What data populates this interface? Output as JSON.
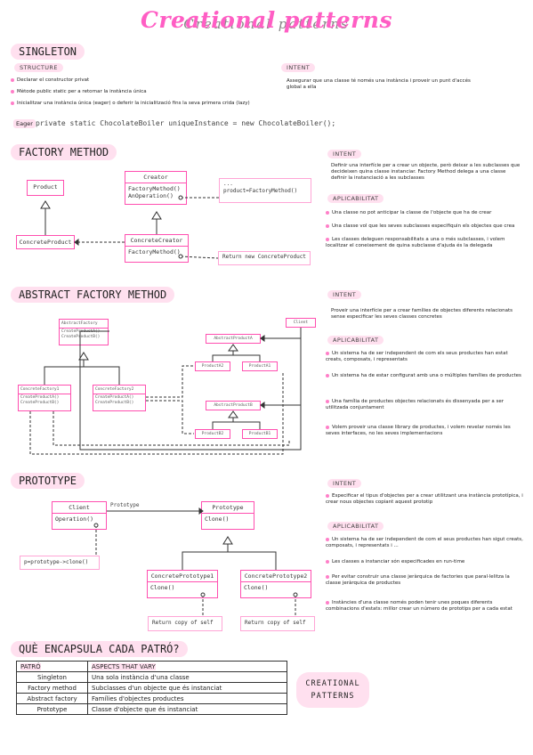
{
  "title": "Creational patterns",
  "singleton": {
    "heading": "SINGLETON",
    "structure_tag": "STRUCTURE",
    "intent_tag": "INTENT",
    "structure": [
      "Declarar el constructor privat",
      "Mètode public static per a retornar la instància única",
      "Inicialitzar una instància única (eager) o deferir la inicialització fins la seva primera crida (lazy)"
    ],
    "intent": "Assegurar que una classe té només una instància i proveir un punt d'accés global a ella",
    "eager_label": "Eager",
    "eager_code": "private static ChocolateBoiler uniqueInstance = new ChocolateBoiler();"
  },
  "factory": {
    "heading": "FACTORY METHOD",
    "creator": "Creator",
    "creator_m1": "FactoryMethod()",
    "creator_m2": "AnOperation()",
    "note": "...",
    "note_code": "product=FactoryMethod()",
    "product": "Product",
    "concrete_product": "ConcreteProduct",
    "concrete_creator": "ConcreteCreator",
    "cc_method": "FactoryMethod()",
    "return_note": "Return new ConcreteProduct",
    "intent_tag": "INTENT",
    "intent": "Definir una interfície per a crear un objecte, però deixar a les subclasses que decideixen quina classe instanciar. Factory Method delega a una classe definir la instanciació a les subclasses",
    "app_tag": "APLICABILITAT",
    "app": [
      "Una classe no pot anticipar la classe de l'objecte que ha de crear",
      "Una classe vol que les seves subclasses especifiquin els objectes que crea",
      "Les classes deleguen responsabilitats a una o més subclasses, i volem localitzar el coneixement de quina subclasse d'ajuda és la delegada"
    ]
  },
  "abstract": {
    "heading": "ABSTRACT FACTORY METHOD",
    "client": "Client",
    "af": "AbstractFactory",
    "af_m1": "CreateProductA()",
    "af_m2": "CreateProductB()",
    "cf1": "ConcreteFactory1",
    "cf1_m1": "CreateProductA()",
    "cf1_m2": "CreateProductB()",
    "cf2": "ConcreteFactory2",
    "cf2_m1": "CreateProductA()",
    "cf2_m2": "CreateProductB()",
    "apa": "AbstractProductA",
    "pa2": "ProductA2",
    "pa1": "ProductA1",
    "apb": "AbstractProductB",
    "pb2": "ProductB2",
    "pb1": "ProductB1",
    "intent_tag": "INTENT",
    "intent": "Proveir una interfície per a crear famílies de objectes diferents relacionats sense especificar les seves classes concretes",
    "app_tag": "APLICABILITAT",
    "app": [
      "Un sistema ha de ser independent de com els seus productes han estat creats, composats, i representats",
      "Un sistema ha de estar configurat amb una o múltiples famílies de productes",
      "Una família de productes objectes relacionats és dissenyada per a ser utilitzada conjuntament",
      "Volem proveir una classe library de productes, i volem revelar només les seves interfaces, no les seves implementacions"
    ]
  },
  "prototype": {
    "heading": "PROTOTYPE",
    "client": "Client",
    "client_m": "Operation()",
    "assoc": "Prototype",
    "proto": "Prototype",
    "proto_m": "Clone()",
    "note": "p=prototype->clone()",
    "cp1": "ConcretePrototype1",
    "cp1_m": "Clone()",
    "cp2": "ConcretePrototype2",
    "cp2_m": "Clone()",
    "ret1": "Return copy of self",
    "ret2": "Return copy of self",
    "intent_tag": "INTENT",
    "intent": "Especificar el tipus d'objectes per a crear utilitzant una instància prototípica, i crear nous objectes copiant aquest prototip",
    "app_tag": "APLICABILITAT",
    "app": [
      "Un sistema ha de ser independent de com el seus productes han sigut creats, composats, i representats i ...",
      "Les classes a instanciar són especificades en run-time",
      "Per evitar construir una classe jeràrquica de factories que paral·lelitza la classe jeràrquica de productes",
      "Instàncies d'una classe només poden tenir unes poques diferents combinacions d'estats: millor crear un número de prototips per a cada estat"
    ]
  },
  "encapsula": {
    "heading": "QUÈ ENCAPSULA CADA PATRÓ?",
    "col1": "PATRÓ",
    "col2": "ASPECTS THAT VARY",
    "rows": [
      {
        "pattern": "Singleton",
        "varies": "Una sola instància d'una classe"
      },
      {
        "pattern": "Factory method",
        "varies": "Subclasses d'un objecte que és instanciat"
      },
      {
        "pattern": "Abstract factory",
        "varies": "Famílies d'objectes productes"
      },
      {
        "pattern": "Prototype",
        "varies": "Classe d'objecte que és instanciat"
      }
    ],
    "badge_l1": "CREATIONAL",
    "badge_l2": "PATTERNS"
  }
}
